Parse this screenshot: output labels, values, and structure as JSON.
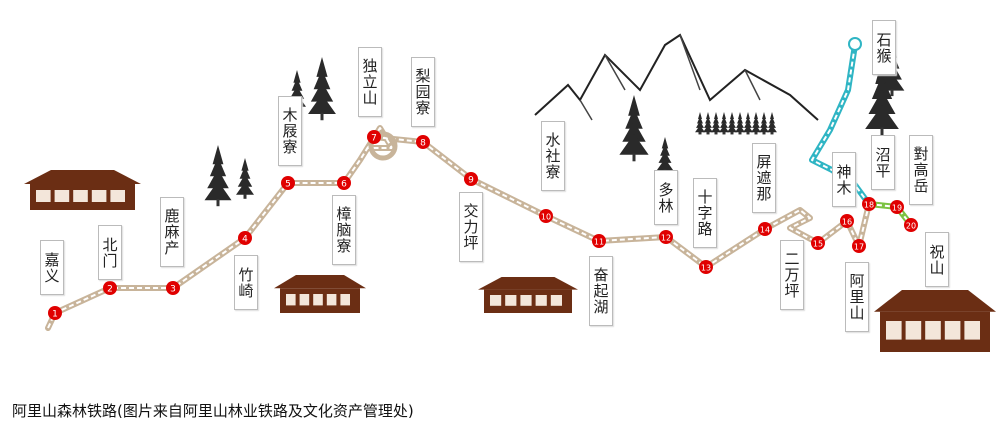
{
  "caption": "阿里山森林铁路(图片来自阿里山林业铁路及文化资产管理处)",
  "colors": {
    "track": "#c8b49a",
    "station": "#e00000",
    "branch_cyan": "#2fb5c4",
    "branch_green": "#7cc242",
    "building": "#6b2e14"
  },
  "stations": [
    {
      "number": "1",
      "name": "嘉义"
    },
    {
      "number": "2",
      "name": "北门"
    },
    {
      "number": "3",
      "name": "鹿麻产"
    },
    {
      "number": "4",
      "name": "竹崎"
    },
    {
      "number": "5",
      "name": "木屐寮"
    },
    {
      "number": "6",
      "name": "樟脑寮"
    },
    {
      "number": "7",
      "name": "独立山"
    },
    {
      "number": "8",
      "name": "梨园寮"
    },
    {
      "number": "9",
      "name": "交力坪"
    },
    {
      "number": "10",
      "name": "水社寮"
    },
    {
      "number": "11",
      "name": "奋起湖"
    },
    {
      "number": "12",
      "name": "多林"
    },
    {
      "number": "13",
      "name": "十字路"
    },
    {
      "number": "14",
      "name": "屏遮那"
    },
    {
      "number": "15",
      "name": "二万坪"
    },
    {
      "number": "16",
      "name": "神木"
    },
    {
      "number": "17",
      "name": "阿里山"
    },
    {
      "number": "18",
      "name": "沼平"
    },
    {
      "number": "19",
      "name": "對高岳"
    },
    {
      "number": "20",
      "name": "祝山"
    }
  ],
  "branch_terminal": {
    "name": "石猴"
  }
}
